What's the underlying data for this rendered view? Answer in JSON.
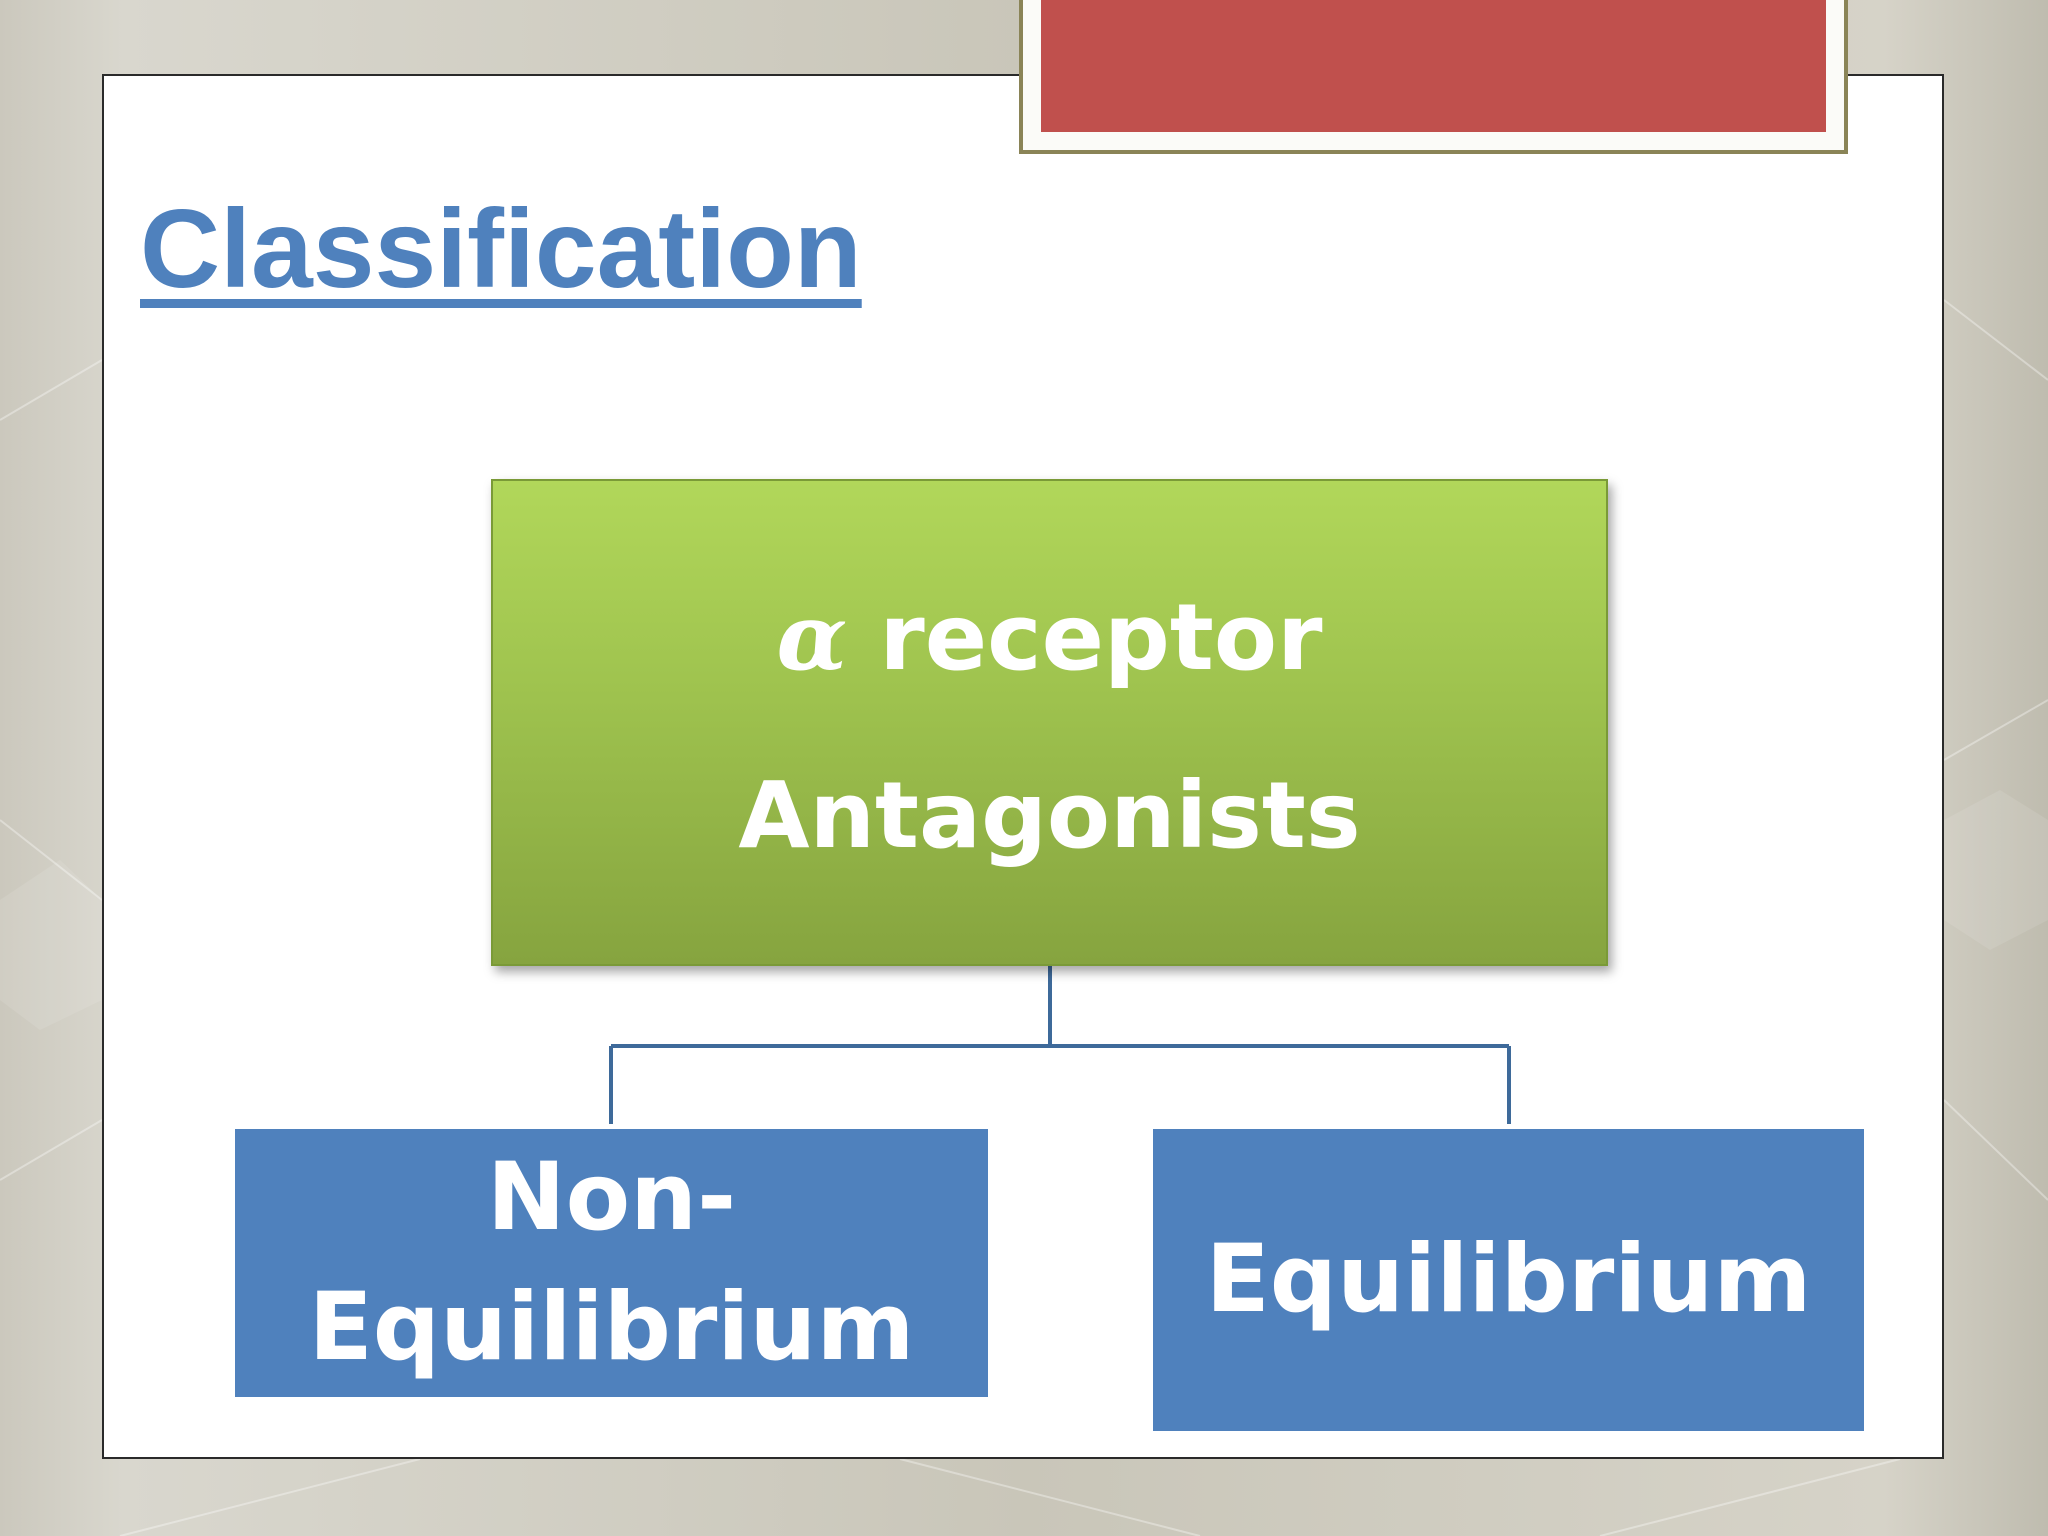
{
  "slide": {
    "title": "Classification"
  },
  "diagram": {
    "root": {
      "symbol": "α",
      "line1": "receptor",
      "line2": "Antagonists"
    },
    "children": [
      {
        "line1": "Non-",
        "line2": "Equilibrium"
      },
      {
        "label": "Equilibrium"
      }
    ]
  },
  "colors": {
    "title": "#4f81bd",
    "root_fill": "#9bbb59",
    "child_fill": "#4f81bd",
    "connector": "#3e6a9a",
    "accent_bar": "#c0504d"
  }
}
